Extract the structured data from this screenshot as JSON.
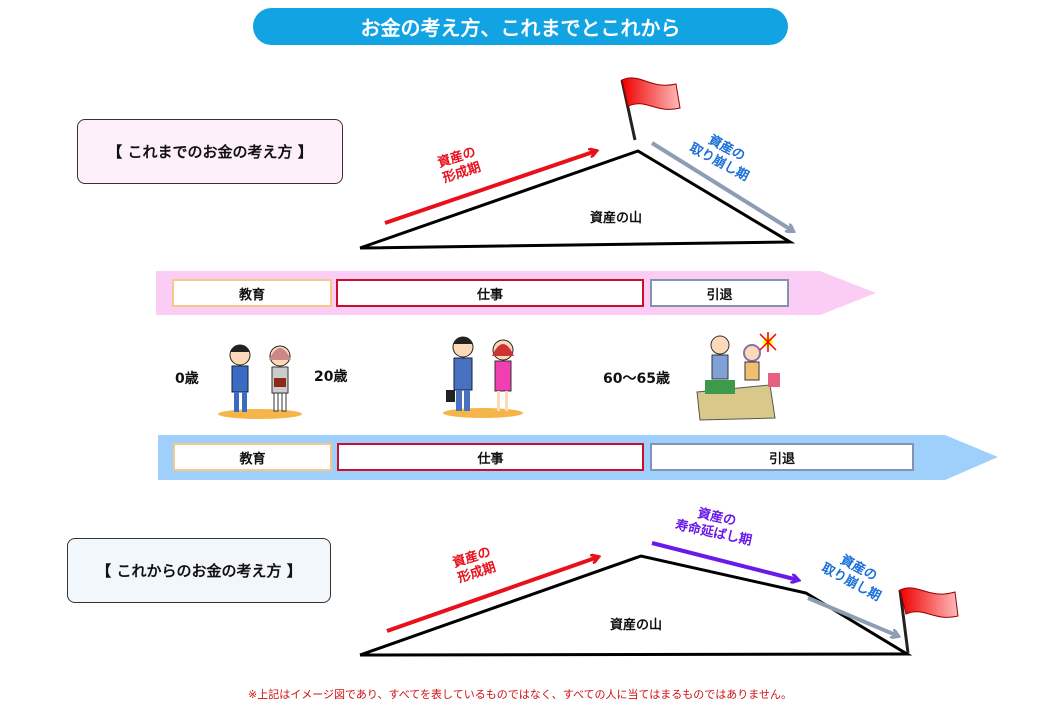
{
  "title": "お金の考え方、これまでとこれから",
  "past": {
    "heading": "【 これまでのお金の考え方 】",
    "formation": [
      "資産の",
      "形成期"
    ],
    "drawdown": [
      "資産の",
      "取り崩し期"
    ],
    "mountain": "資産の山",
    "stages": [
      "教育",
      "仕事",
      "引退"
    ]
  },
  "ages": [
    "0歳",
    "20歳",
    "60〜65歳"
  ],
  "future": {
    "heading": "【 これからのお金の考え方 】",
    "formation": [
      "資産の",
      "形成期"
    ],
    "extension": [
      "資産の",
      "寿命延ばし期"
    ],
    "drawdown": [
      "資産の",
      "取り崩し期"
    ],
    "mountain": "資産の山",
    "stages": [
      "教育",
      "仕事",
      "引退"
    ]
  },
  "note": "※上記はイメージ図であり、すべてを表しているものではなく、すべての人に当てはまるものではありません。",
  "colors": {
    "title": "#12a3e3",
    "formation": "#e8101a",
    "extension": "#6a1ae8",
    "drawdown": "#1a6fd8",
    "pink_band": "#fbccf4",
    "blue_band": "#9fd0fb"
  }
}
